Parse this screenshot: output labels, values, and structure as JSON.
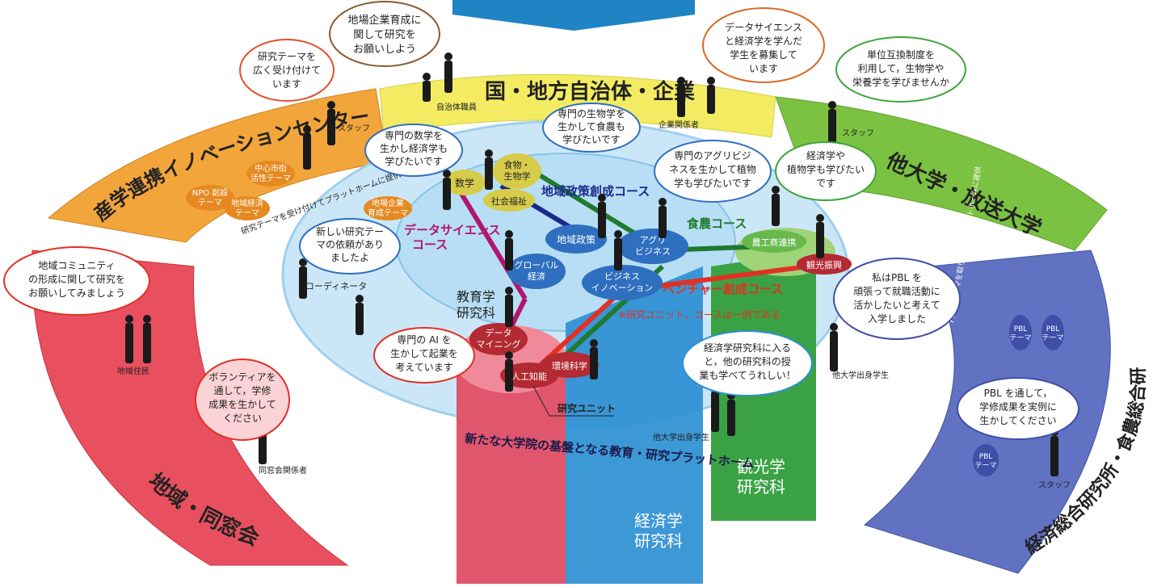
{
  "arcs": {
    "top": "国・地方自治体・企業",
    "left": "産学連携イノベーションセンター",
    "right": "他大学・放送大学",
    "bottom_left": "地域・同窓会",
    "bottom_right": "経済総合研究所・食農総合研究所"
  },
  "platform_caption": "新たな大学院の基盤となる教育・研究プラットホーム",
  "graduate_schools": {
    "education": [
      "教育学",
      "研究科"
    ],
    "economics": [
      "経済学",
      "研究科"
    ],
    "tourism": [
      "観光学",
      "研究科"
    ]
  },
  "courses": {
    "regional_policy": "地域政策創成コース",
    "data_science": [
      "データサイエンス",
      "コース"
    ],
    "food_agri": "食農コース",
    "venture": "ベンチャー創成コース"
  },
  "note": "※研究ユニット，コースは一例である",
  "unit_label": "研究ユニット",
  "units": {
    "math": "数学",
    "food_bio": [
      "食物・",
      "生物学"
    ],
    "social_welfare": "社会福祉",
    "regional_policy": "地域政策",
    "global_econ": [
      "グローバル",
      "経済"
    ],
    "agri_business": [
      "アグリ",
      "ビジネス"
    ],
    "business_innovation": [
      "ビジネス",
      "イノベーション"
    ],
    "agri_commerce": "農工商連携",
    "tourism_promo": "観光振興",
    "data_mining": [
      "データ",
      "マイニング"
    ],
    "ai": "人工知能",
    "env_science": "環境科学"
  },
  "theme_tags": {
    "npo": [
      "NPO 創設",
      "テーマ"
    ],
    "downtown": [
      "中心市街",
      "活性テーマ"
    ],
    "regional_econ": [
      "地域経済",
      "テーマ"
    ],
    "platform_note": "研究テーマを受け付けてプラットホームに提供",
    "local_firm": [
      "地場企業",
      "育成テーマ"
    ],
    "pbl_note": "PBLのテーマを取りまとめプラットホームに提供",
    "pbl": [
      "PBL",
      "テーマ"
    ]
  },
  "people": {
    "local_official": "自治体職員",
    "company": "企業関係者",
    "staff_left": "スタッフ",
    "staff_right": "スタッフ",
    "staff_br": "スタッフ",
    "coordinator": "コーディネータ",
    "resident": "地域住民",
    "alumni": "同窓会関係者",
    "other_grad_1": "他大学出身学生",
    "other_grad_2": "他大学出身学生"
  },
  "bubbles": {
    "b1": [
      "地場企業育成に",
      "関して研究を",
      "お願いしよう"
    ],
    "b2": [
      "データサイエンス",
      "と経済学を学んだ",
      "学生を募集して",
      "います"
    ],
    "b3": [
      "研究テーマを",
      "広く受け付けて",
      "います"
    ],
    "b4": [
      "単位互換制度を",
      "利用して，生物学や",
      "栄養学を学びませんか"
    ],
    "b5": [
      "専門の生物学を",
      "生かして食農も",
      "学びたいです"
    ],
    "b6": [
      "専門の数学を",
      "生かし経済学も",
      "学びたいです"
    ],
    "b7": [
      "専門のアグリビジ",
      "ネスを生かして植物",
      "学も学びたいです"
    ],
    "b8": [
      "経済学や",
      "植物学も学びたい",
      "です"
    ],
    "b9": [
      "新しい研究テー",
      "マの依頼があり",
      "ましたよ"
    ],
    "b10": [
      "地域コミュニティ",
      "の形成に関して研究を",
      "お願いしてみましょう"
    ],
    "b11": [
      "私はPBL を",
      "頑張って就職活動に",
      "活かしたいと考えて",
      "入学しました"
    ],
    "b12": [
      "ボランティアを",
      "通して，学修",
      "成果を生かして",
      "ください"
    ],
    "b13": [
      "専門の AI を",
      "生かして起業を",
      "考えています"
    ],
    "b14": [
      "経済学研究科に入る",
      "と，他の研究科の授",
      "業も学べてうれしい！"
    ],
    "b15": [
      "PBL を通して，",
      "学修成果を実例に",
      "生かしてください"
    ]
  },
  "colors": {
    "top_arc": "#f3ec63",
    "left_arc": "#f2a53a",
    "right_arc": "#7cc242",
    "bottom_left_arc": "#e9505f",
    "bottom_right_arc": "#6172c2",
    "education_pillar": "#e0566c",
    "economics_pillar": "#2d8fd2",
    "tourism_pillar": "#3aa245",
    "unit_blue": "#2f6fbf",
    "unit_yellow": "#d7cc4a",
    "unit_green": "#68b84c",
    "unit_red": "#b32a33",
    "course_data": "#b1166e",
    "course_regional": "#1a2a8c",
    "course_food": "#1f7a2e",
    "course_venture": "#e03124"
  }
}
